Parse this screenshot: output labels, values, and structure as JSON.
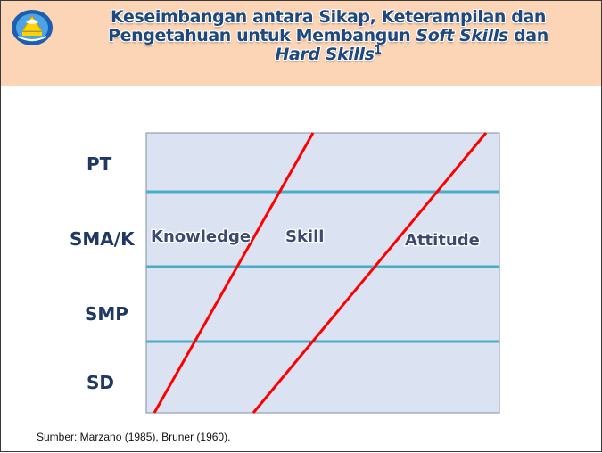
{
  "header": {
    "title_line1": "Keseimbangan antara Sikap, Keterampilan dan",
    "title_line2_prefix": "Pengetahuan untuk Membangun ",
    "title_line2_italic": "Soft Skills",
    "title_line2_suffix": " dan",
    "title_line3_italic": "Hard Skills",
    "title_sup": "1",
    "logo_icon": "tut-wuri-handayani-logo",
    "background_color": "#fbd5b5",
    "title_color": "#1f497d"
  },
  "diagram": {
    "levels": [
      "PT",
      "SMA/K",
      "SMP",
      "SD"
    ],
    "domains": [
      "Knowledge",
      "Skill",
      "Attitude"
    ],
    "box_fill": "#dbe2f1",
    "band_line_color": "#4bacc6",
    "diagonal_color": "#ff0000"
  },
  "footer": {
    "source": "Sumber: Marzano (1985), Bruner (1960)."
  }
}
